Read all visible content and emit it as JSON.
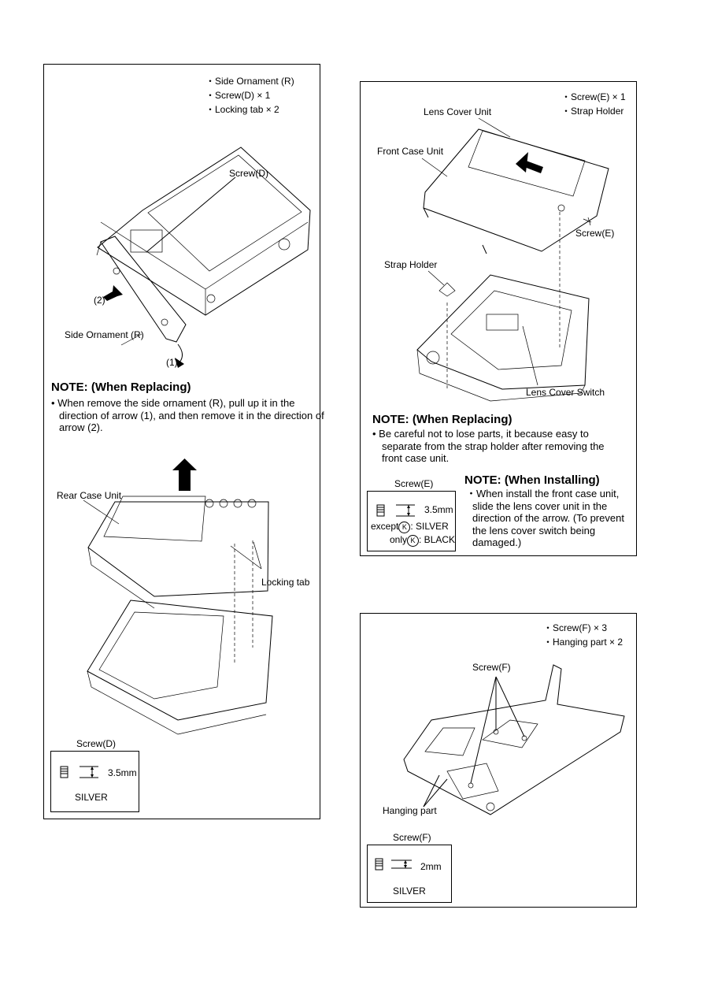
{
  "panel_side_ornament": {
    "parts": [
      "・Side Ornament (R)",
      "・Screw(D) × 1",
      "・Locking tab × 2"
    ],
    "callouts": {
      "screw_d": "Screw(D)",
      "side_ornament": "Side Ornament (R)",
      "arrow1": "(1)",
      "arrow2": "(2)"
    },
    "note_title": "NOTE: (When Replacing)",
    "note_body": "• When remove the side ornament (R), pull up it in the direction of arrow (1), and then remove it in the direction of arrow (2)."
  },
  "panel_rear_case": {
    "callouts": {
      "rear_case_unit": "Rear Case Unit",
      "locking_tab": "Locking tab"
    },
    "spec": {
      "title": "Screw(D)",
      "length": "3.5mm",
      "color": "SILVER"
    }
  },
  "panel_front_case": {
    "parts": [
      "・Screw(E) × 1",
      "・Strap Holder"
    ],
    "callouts": {
      "lens_cover_unit": "Lens Cover Unit",
      "front_case_unit": "Front Case Unit",
      "screw_e": "Screw(E)",
      "strap_holder": "Strap Holder",
      "lens_cover_switch": "Lens Cover Switch"
    },
    "note_title": "NOTE: (When Replacing)",
    "note_body": "• Be careful not to lose parts, it because easy to separate from the strap holder after removing the front case unit.",
    "spec": {
      "title": "Screw(E)",
      "length": "3.5mm",
      "except_label": "except",
      "only_label": "only",
      "k": "K",
      "except_color": ": SILVER",
      "only_color": ": BLACK"
    },
    "install_title": "NOTE: (When Installing)",
    "install_body": "・When install the front case unit, slide the lens cover unit in the direction of the arrow. (To prevent the lens cover switch being damaged.)"
  },
  "panel_screw_f": {
    "parts": [
      "・Screw(F) × 3",
      "・Hanging part × 2"
    ],
    "callouts": {
      "screw_f": "Screw(F)",
      "hanging_part": "Hanging part"
    },
    "spec": {
      "title": "Screw(F)",
      "length": "2mm",
      "color": "SILVER"
    }
  }
}
